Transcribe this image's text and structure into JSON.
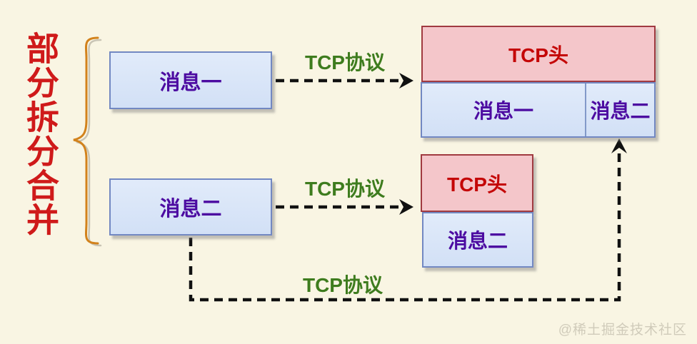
{
  "diagram": {
    "title": "部分拆分合并",
    "watermark": "@稀土掘金技术社区"
  },
  "colors": {
    "background": "#f9f5e3",
    "title_red": "#cf1a1a",
    "message_fill": "#d8e4f7",
    "message_border": "#7288c2",
    "message_text": "#4c0ba1",
    "tcp_header_fill": "#f4c6ca",
    "tcp_header_border": "#a03a40",
    "tcp_header_text": "#c40606",
    "protocol_label_green": "#3e7c1e",
    "arrow_black": "#111111",
    "brace_orange": "#d2821c"
  },
  "messages": [
    {
      "label": "消息一"
    },
    {
      "label": "消息二"
    }
  ],
  "protocol_labels": {
    "top": "TCP协议",
    "middle": "TCP协议",
    "bottom": "TCP协议"
  },
  "merged_packet": {
    "header": "TCP头",
    "segments": [
      {
        "label": "消息一"
      },
      {
        "label": "消息二"
      }
    ]
  },
  "single_packet": {
    "header": "TCP头",
    "body": "消息二"
  }
}
